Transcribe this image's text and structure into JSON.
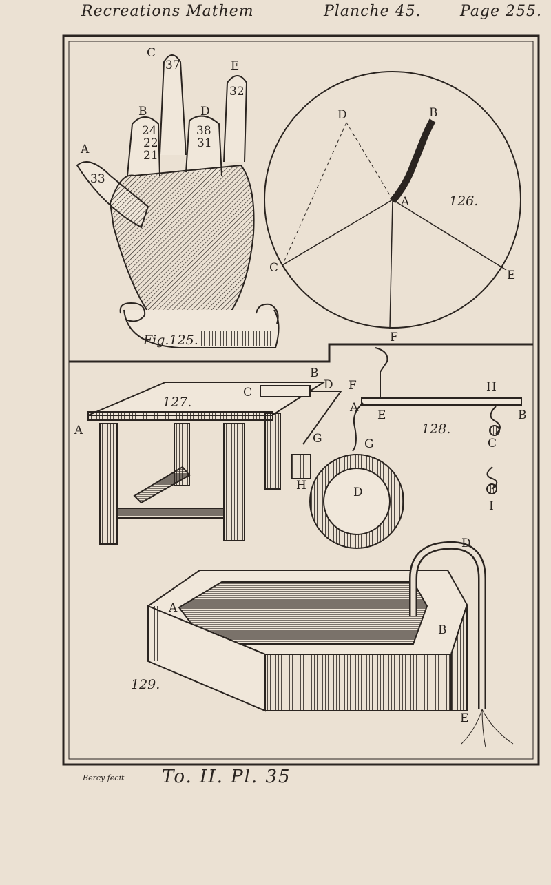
{
  "header": {
    "title": "Recreations Mathem",
    "planche": "Planche 45.",
    "page": "Page 255."
  },
  "figures": {
    "fig125": {
      "caption": "Fig.125.",
      "labels": [
        "A",
        "B",
        "C",
        "D",
        "E"
      ],
      "finger_numbers": [
        "37",
        "32",
        "24",
        "22",
        "21",
        "38",
        "33",
        "31"
      ]
    },
    "fig126": {
      "number": "126.",
      "labels": [
        "A",
        "B",
        "C",
        "D",
        "E",
        "F"
      ]
    },
    "fig127": {
      "number": "127.",
      "labels": [
        "A",
        "B",
        "C",
        "D",
        "F",
        "G",
        "H"
      ]
    },
    "fig128": {
      "number": "128.",
      "labels": [
        "A",
        "B",
        "C",
        "D",
        "E",
        "F",
        "G",
        "H",
        "I"
      ]
    },
    "fig129": {
      "number": "129.",
      "labels": [
        "A",
        "B",
        "D",
        "E"
      ]
    }
  },
  "footer": {
    "engraver": "Bercy fecit",
    "plate_ref": "To. II. Pl. 35"
  },
  "colors": {
    "paper": "#ebe1d3",
    "ink": "#2a2420"
  }
}
